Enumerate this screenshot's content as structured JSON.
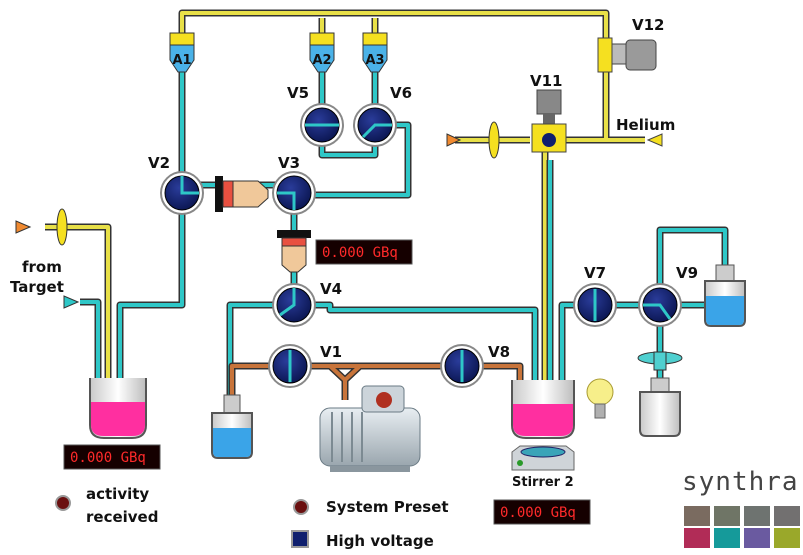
{
  "reagents": {
    "a1": "A1",
    "a2": "A2",
    "a3": "A3"
  },
  "valves": {
    "v1": "V1",
    "v2": "V2",
    "v3": "V3",
    "v4": "V4",
    "v5": "V5",
    "v6": "V6",
    "v7": "V7",
    "v8": "V8",
    "v9": "V9",
    "v11": "V11",
    "v12": "V12"
  },
  "labels": {
    "helium": "Helium",
    "from_target_line1": "from",
    "from_target_line2": "Target",
    "stirrer": "Stirrer 2"
  },
  "readouts": {
    "cartridge": "0.000 GBq",
    "reactor1": "0.000 GBq",
    "reactor2": "0.000 GBq"
  },
  "legend": {
    "activity_line1": "activity",
    "activity_line2": "received",
    "system_preset": "System Preset",
    "high_voltage": "High voltage"
  },
  "brand": {
    "logo": "synthra",
    "tile_colors": [
      "#7a6b60",
      "#6f7566",
      "#6e7370",
      "#727070",
      "#b12c57",
      "#159a9a",
      "#6a5aa0",
      "#9aa82a"
    ]
  },
  "colors": {
    "yellow_line": "#e8e048",
    "cyan_line": "#2ec7c7",
    "orange_line": "#c8743a",
    "valve_blue": "#0f1f6e",
    "reactor_pink": "#ff2fa0",
    "reservoir_blue": "#3aa4e8"
  }
}
